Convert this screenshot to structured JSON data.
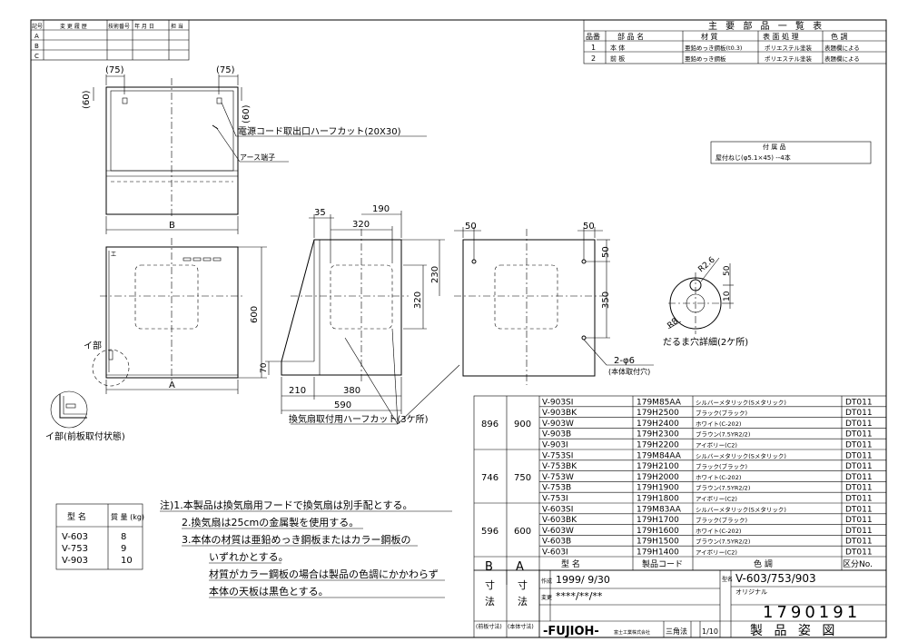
{
  "revision_table": {
    "headers": [
      "記号",
      "変 更 履 歴",
      "技術番号",
      "年 月 日",
      "担 当"
    ],
    "marks": [
      "A",
      "B",
      "C"
    ]
  },
  "parts_table": {
    "title": "主 要 部 品 一 覧 表",
    "headers": [
      "品番",
      "部 品 名",
      "材 質",
      "表 面 処 理",
      "色 調"
    ],
    "rows": [
      [
        "1",
        "本 体",
        "亜鉛めっき鋼板(t0.3)",
        "ポリエステル塗装",
        "表題欄による"
      ],
      [
        "2",
        "前 板",
        "亜鉛めっき鋼板",
        "ポリエステル塗装",
        "表題欄による"
      ]
    ]
  },
  "accessory": {
    "title": "付 属 品",
    "text": "屋付ねじ(φ5.1×45) --4本"
  },
  "labels": {
    "cord": "電源コード取出口ハーフカット(20X30)",
    "ground": "アース端子",
    "dim_b": "B",
    "dim_a": "A",
    "part_i": "イ部",
    "part_i_detail": "イ部(前板取付状態)",
    "halfcut": "換気扇取付用ハーフカット(3ケ所)",
    "daruma": "だるま穴詳細(2ケ所)",
    "mount_hole": "2-φ6",
    "mount_hole_sub": "(本体取付穴)"
  },
  "dims": {
    "d75a": "(75)",
    "d75b": "(75)",
    "d60a": "(60)",
    "d60b": "(60)",
    "d600": "600",
    "d70": "70",
    "d35": "35",
    "d190": "190",
    "d320a": "320",
    "d320b": "320",
    "d230": "230",
    "d210": "210",
    "d380": "380",
    "d590": "590",
    "d50a": "50",
    "d50b": "50",
    "d50c": "50",
    "d350": "350",
    "r26": "R2.6",
    "d50d": "50",
    "d10": "10",
    "r8": "R8"
  },
  "model_table": {
    "rows": [
      [
        "V-903SI",
        "179M85AA",
        "シルバーメタリック(Sメタリック)",
        "DT011"
      ],
      [
        "V-903BK",
        "179H2500",
        "ブラック(ブラック)",
        "DT011"
      ],
      [
        "V-903W",
        "179H2400",
        "ホワイト(C-202)",
        "DT011"
      ],
      [
        "V-903B",
        "179H2300",
        "ブラウン(7.5YR2/2)",
        "DT011"
      ],
      [
        "V-903I",
        "179H2200",
        "アイボリー(C2)",
        "DT011"
      ],
      [
        "V-753SI",
        "179M84AA",
        "シルバーメタリック(Sメタリック)",
        "DT011"
      ],
      [
        "V-753BK",
        "179H2100",
        "ブラック(ブラック)",
        "DT011"
      ],
      [
        "V-753W",
        "179H2000",
        "ホワイト(C-202)",
        "DT011"
      ],
      [
        "V-753B",
        "179H1900",
        "ブラウン(7.5YR2/2)",
        "DT011"
      ],
      [
        "V-753I",
        "179H1800",
        "アイボリー(C2)",
        "DT011"
      ],
      [
        "V-603SI",
        "179M83AA",
        "シルバーメタリック(Sメタリック)",
        "DT011"
      ],
      [
        "V-603BK",
        "179H1700",
        "ブラック(ブラック)",
        "DT011"
      ],
      [
        "V-603W",
        "179H1600",
        "ホワイト(C-202)",
        "DT011"
      ],
      [
        "V-603B",
        "179H1500",
        "ブラウン(7.5YR2/2)",
        "DT011"
      ],
      [
        "V-603I",
        "179H1400",
        "アイボリー(C2)",
        "DT011"
      ]
    ],
    "groups": [
      [
        "896",
        "900"
      ],
      [
        "746",
        "750"
      ],
      [
        "596",
        "600"
      ]
    ],
    "headers": [
      "型 名",
      "製品コード",
      "色 調",
      "区分No."
    ],
    "b_label": "B",
    "a_label": "A",
    "sun": "寸",
    "ho": "法",
    "b_sub": "(前板寸法)",
    "a_sub": "(本体寸法)"
  },
  "title_block": {
    "date_label": "作成",
    "date": "1999/ 9/30",
    "rev_label": "変更",
    "rev": "****/**/**",
    "model_label": "型名",
    "model": "V-603/753/903",
    "original": "オリジナル",
    "drawing_no": "1790191",
    "maker": "-FUJIOH-",
    "company": "富士工業株式会社",
    "projection": "三角法",
    "scale": "1/10",
    "title": "製 品 姿 図"
  },
  "weight_table": {
    "header_model": "型 名",
    "header_weight": "質 量 (kg)",
    "rows": [
      [
        "V-603",
        "8"
      ],
      [
        "V-753",
        "9"
      ],
      [
        "V-903",
        "10"
      ]
    ]
  },
  "notes": [
    "注)1.本製品は換気扇用フードで換気扇は別手配とする。",
    "2.換気扇は25cmの金属製を使用する。",
    "3.本体の材質は亜鉛めっき鋼板またはカラー鋼板の",
    "いずれかとする。",
    "材質がカラー鋼板の場合は製品の色調にかかわらず",
    "本体の天板は黒色とする。"
  ]
}
